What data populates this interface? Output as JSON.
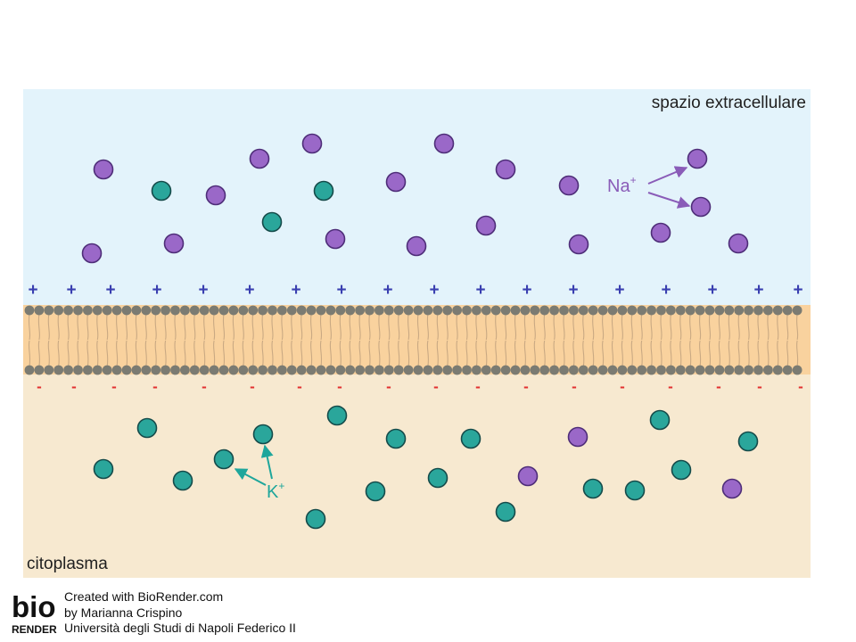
{
  "labels": {
    "extracellular": "spazio extracellulare",
    "cytoplasm": "citoplasma",
    "na_symbol": "Na",
    "na_charge": "+",
    "k_symbol": "K",
    "k_charge": "+"
  },
  "charges": {
    "outside": "+",
    "inside": "-"
  },
  "logo": {
    "top": "bio",
    "bottom": "RENDER"
  },
  "credit": {
    "line1": "Created with BioRender.com",
    "line2": "by Marianna Crispino",
    "line3": "Università degli Studi di Napoli Federico II"
  },
  "colors": {
    "extracellular_bg": "#e3f3fb",
    "cytoplasm_bg": "#f7e9d0",
    "membrane_core": "#f9d29e",
    "lipid_head": "#7b7b72",
    "sodium": "#9a68c8",
    "potassium": "#2aa69b",
    "plus": "#3a3fb0",
    "minus": "#e23030"
  },
  "icons": {
    "sodium_ion": "purple-circle",
    "potassium_ion": "teal-circle",
    "pointer": "arrow"
  }
}
